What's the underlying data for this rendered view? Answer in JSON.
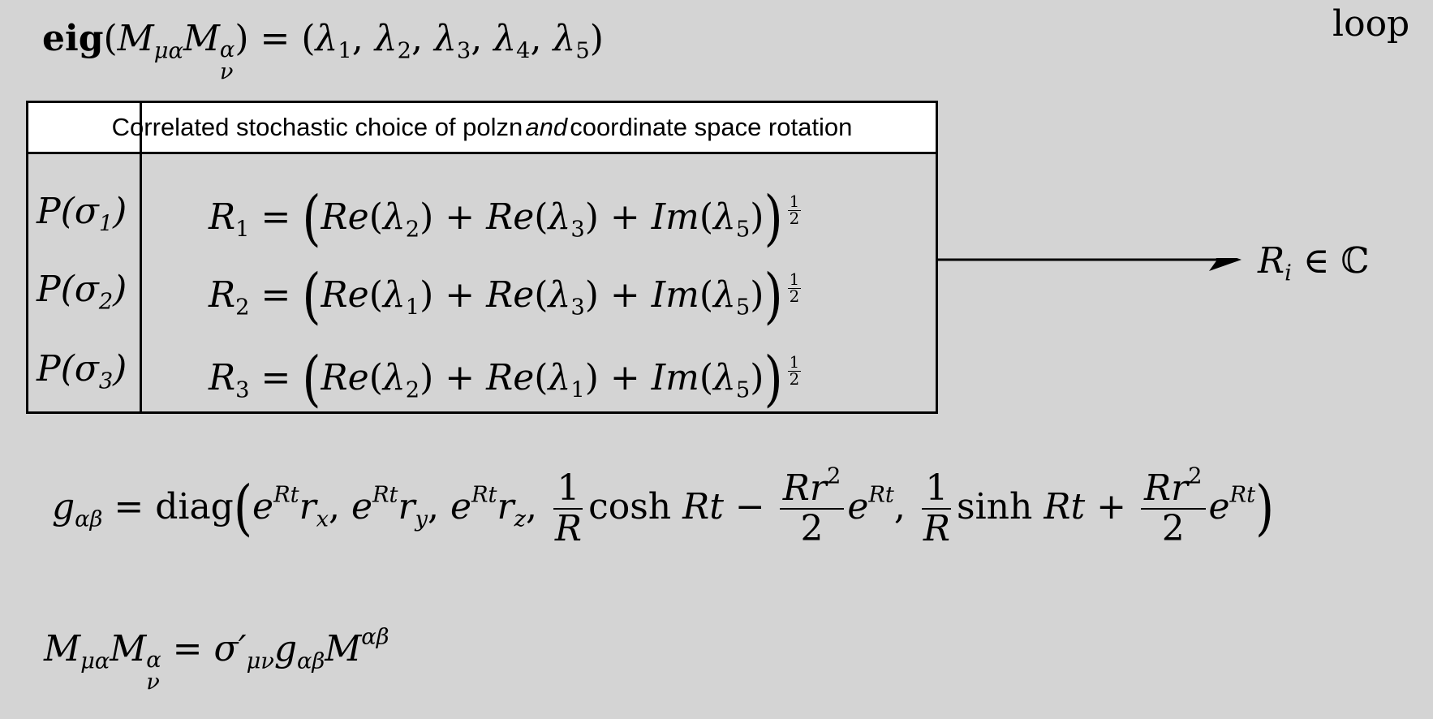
{
  "corner_label": "loop",
  "eig": {
    "op": "eig",
    "open": "(",
    "M1": "M",
    "M1_sub": "μα",
    "M2": "M",
    "M2_sup": "α",
    "M2_sub": "ν",
    "close": ")",
    "equals": " = ",
    "tuple_open": "(",
    "lambdas": [
      "1",
      "2",
      "3",
      "4",
      "5"
    ],
    "tuple_close": ")"
  },
  "table": {
    "header": {
      "part1": "Correlated stochastic choice of polzn ",
      "emph": "and",
      "part2": " coordinate space rotation"
    },
    "rows": [
      {
        "prob": "P(σ",
        "prob_sub": "1",
        "prob_close": ")",
        "R_sub": "1",
        "terms": [
          {
            "fn": "Re",
            "idx": "2"
          },
          {
            "fn": "Re",
            "idx": "3"
          },
          {
            "fn": "Im",
            "idx": "5"
          }
        ]
      },
      {
        "prob": "P(σ",
        "prob_sub": "2",
        "prob_close": ")",
        "R_sub": "2",
        "terms": [
          {
            "fn": "Re",
            "idx": "1"
          },
          {
            "fn": "Re",
            "idx": "3"
          },
          {
            "fn": "Im",
            "idx": "5"
          }
        ]
      },
      {
        "prob": "P(σ",
        "prob_sub": "3",
        "prob_close": ")",
        "R_sub": "3",
        "terms": [
          {
            "fn": "Re",
            "idx": "2"
          },
          {
            "fn": "Re",
            "idx": "1"
          },
          {
            "fn": "Im",
            "idx": "5"
          }
        ]
      }
    ],
    "exponent_num": "1",
    "exponent_den": "2"
  },
  "arrow_target": {
    "R": "R",
    "sub": "i",
    "rel": " ∈ ",
    "set": "ℂ"
  },
  "metric": {
    "g": "g",
    "g_sub": "αβ",
    "equals": " = ",
    "diag": "diag",
    "e": "e",
    "exp": "Rt",
    "r": "r",
    "r_subs": [
      "x",
      "y",
      "z"
    ],
    "frac_num": "1",
    "frac_den": "R",
    "cosh": "cosh",
    "sinh": "sinh",
    "Rt": "Rt",
    "minus": " − ",
    "plus": " + ",
    "rr_num": "Rr",
    "rr_sup": "2",
    "rr_den": "2"
  },
  "relation": {
    "M1": "M",
    "M1_sub": "μα",
    "M2": "M",
    "M2_sup": "α",
    "M2_sub": "ν",
    "equals": " = ",
    "sigma": "σ′",
    "sigma_sub": "μν",
    "g": "g",
    "g_sub": "αβ",
    "M3": "M",
    "M3_sup": "αβ"
  }
}
